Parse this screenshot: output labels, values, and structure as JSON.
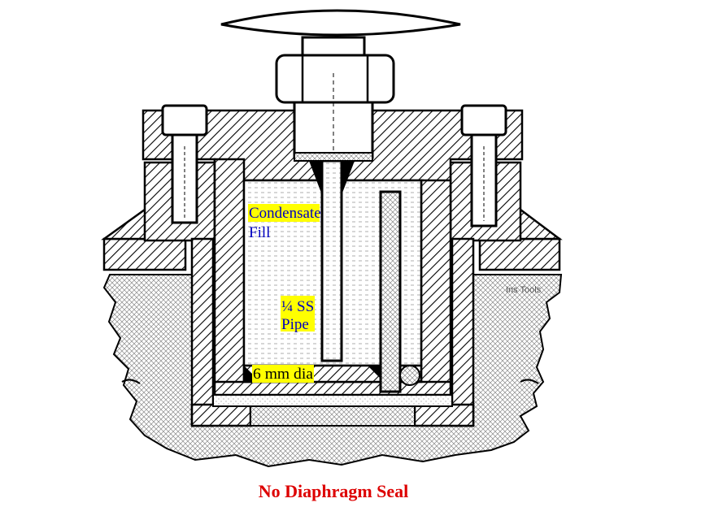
{
  "labels": {
    "condensate_line1": "Condensate",
    "condensate_line2": "Fill",
    "pipe_line1": "¼ SS",
    "pipe_line2": "Pipe",
    "hole": "6 mm dia",
    "watermark": "Ins Tools"
  },
  "caption": "No Diaphragm Seal",
  "colors": {
    "highlight": "#ffff00",
    "label_text": "#0000c0",
    "caption": "#dd0000",
    "line": "#000000"
  }
}
